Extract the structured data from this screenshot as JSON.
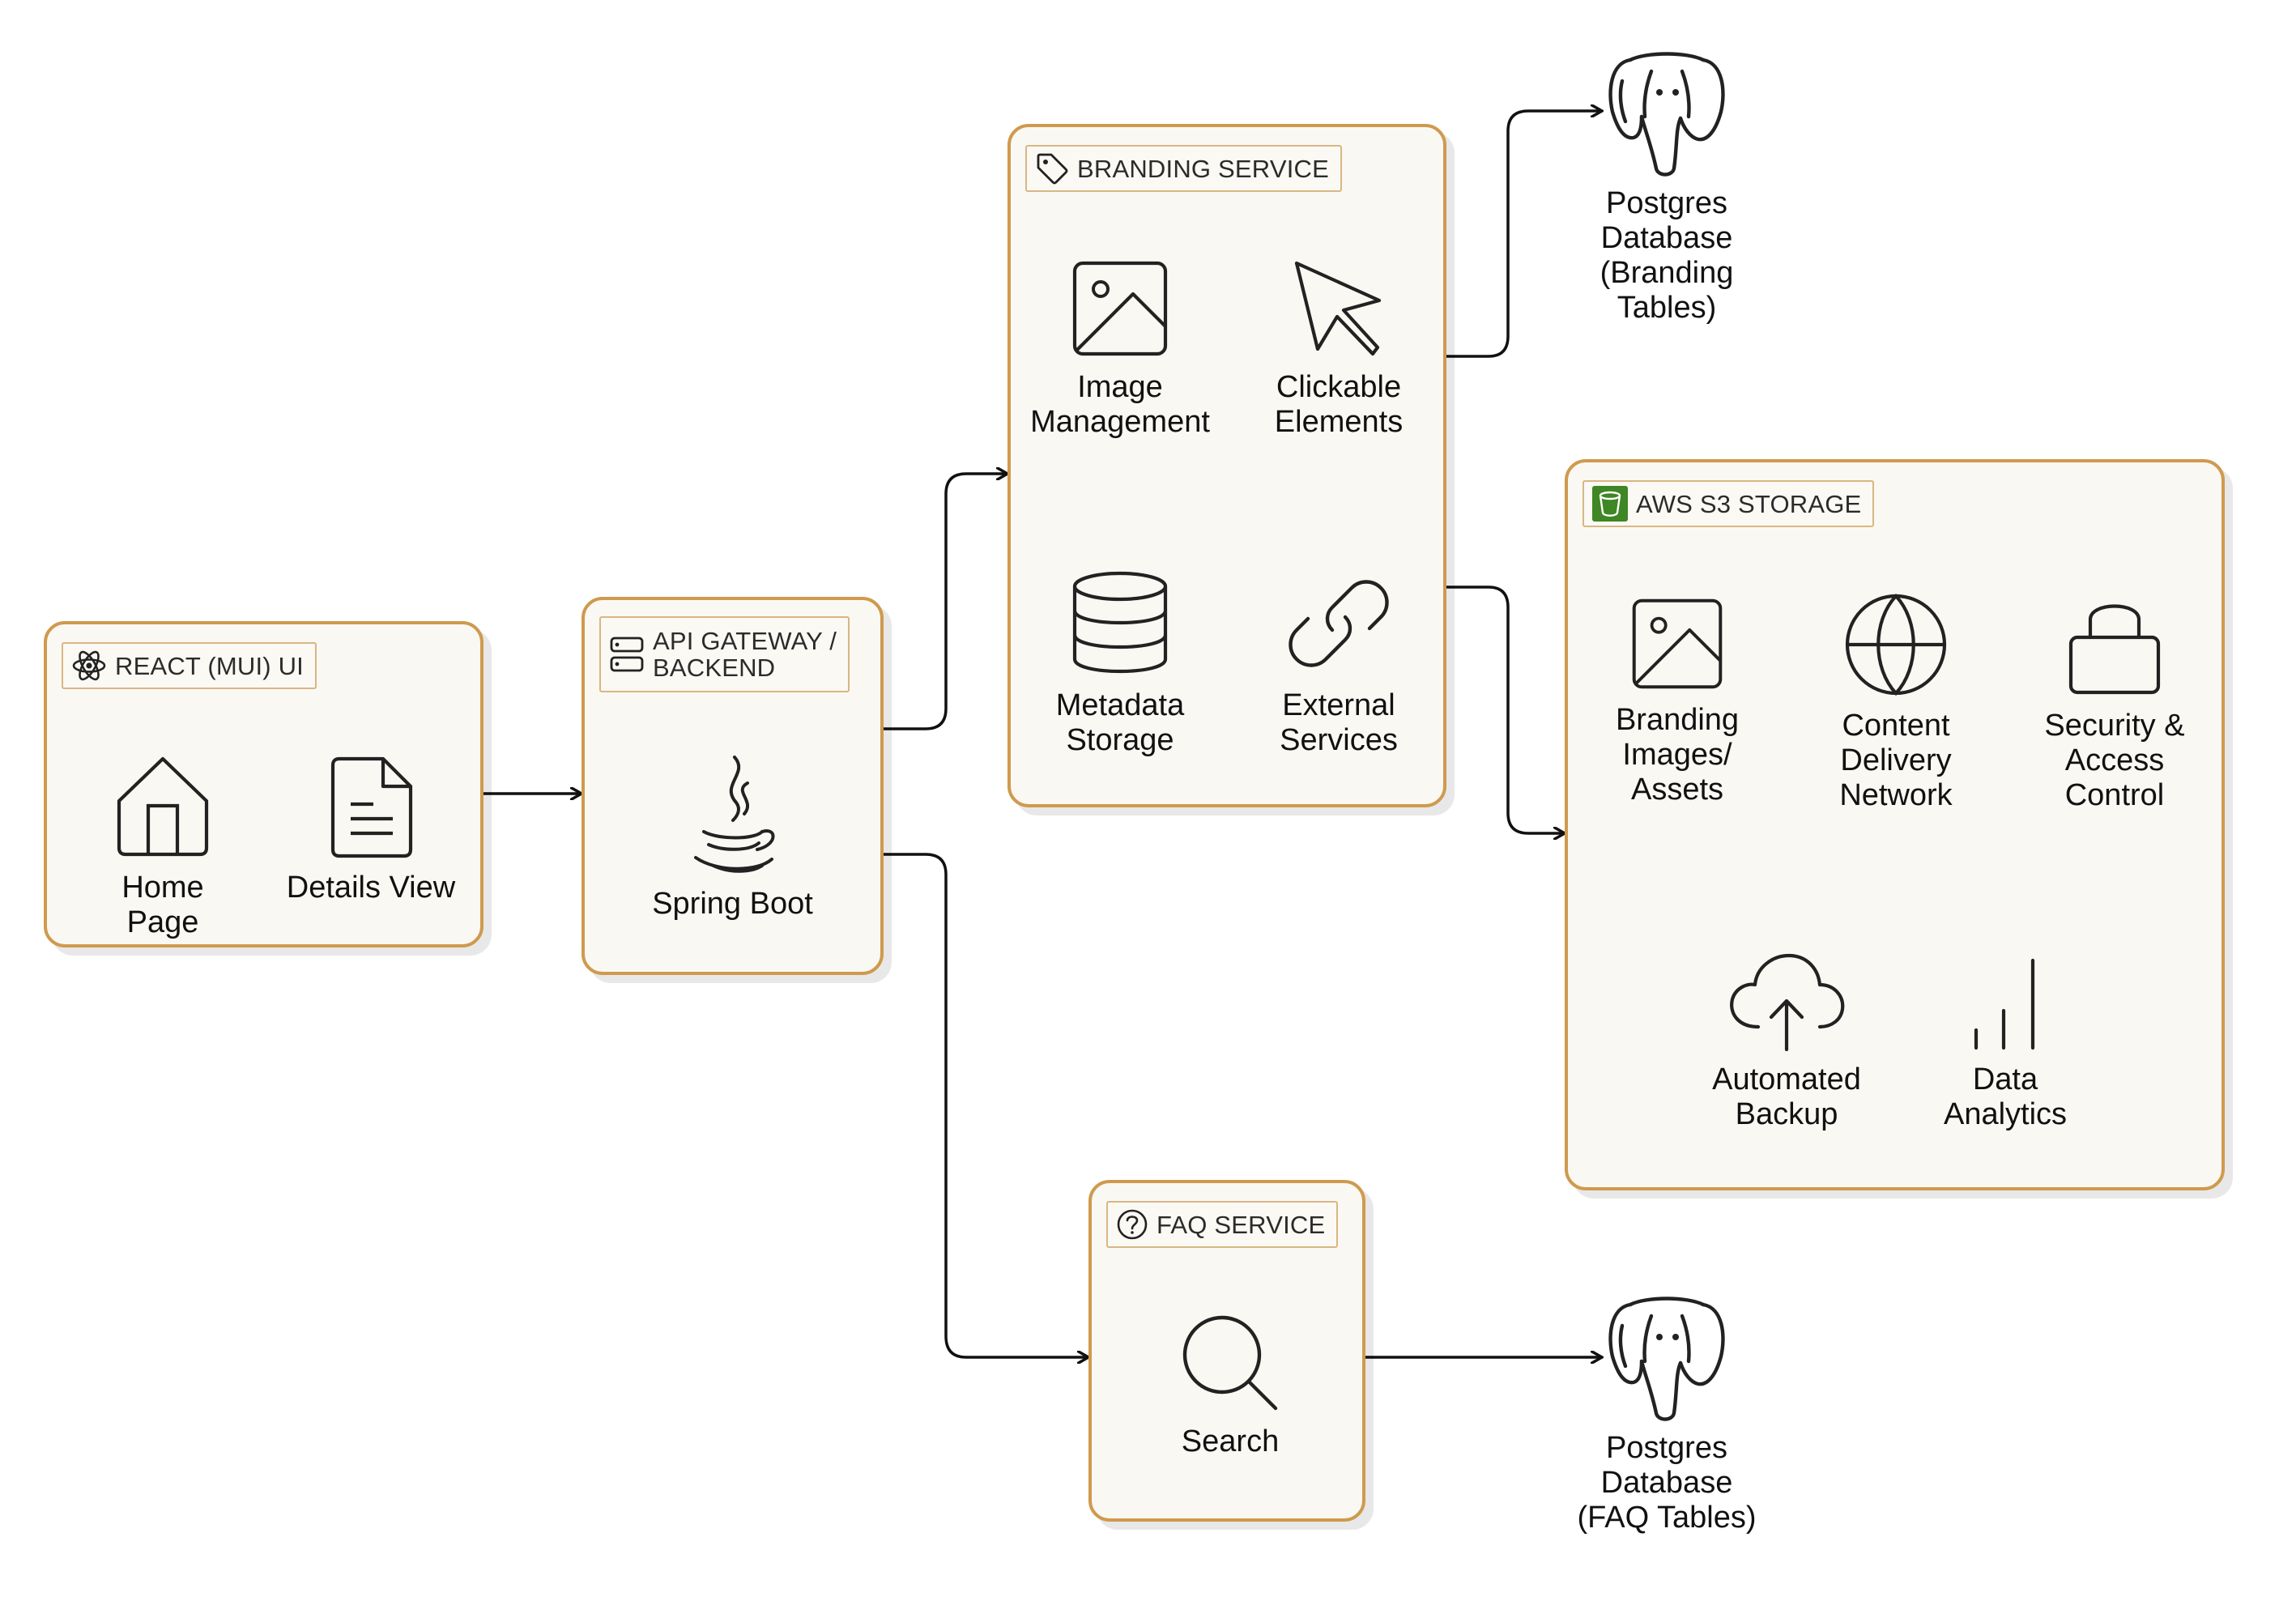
{
  "groups": {
    "react_ui": {
      "title": "REACT (MUI) UI",
      "nodes": {
        "home": "Home Page",
        "details": "Details View"
      }
    },
    "api_gateway": {
      "title": "API GATEWAY /\nBACKEND",
      "nodes": {
        "spring": "Spring Boot"
      }
    },
    "branding": {
      "title": "BRANDING SERVICE",
      "nodes": {
        "image_mgmt": "Image\nManagement",
        "clickable": "Clickable\nElements",
        "metadata": "Metadata\nStorage",
        "external": "External\nServices"
      }
    },
    "aws_s3": {
      "title": "AWS S3 STORAGE",
      "nodes": {
        "branding_images": "Branding\nImages/\nAssets",
        "cdn": "Content\nDelivery\nNetwork",
        "security": "Security &\nAccess\nControl",
        "backup": "Automated\nBackup",
        "analytics": "Data\nAnalytics"
      }
    },
    "faq": {
      "title": "FAQ SERVICE",
      "nodes": {
        "search": "Search"
      }
    }
  },
  "externals": {
    "pg_branding": "Postgres\nDatabase\n(Branding\nTables)",
    "pg_faq": "Postgres\nDatabase\n(FAQ Tables)"
  },
  "icons": {
    "react_ui": "react-icon",
    "api_gateway": "server-icon",
    "branding": "tag-icon",
    "aws_s3": "s3-bucket-icon",
    "faq": "question-circle-icon",
    "home": "house-icon",
    "details": "document-icon",
    "spring": "java-icon",
    "image_mgmt": "image-icon",
    "clickable": "cursor-icon",
    "metadata": "database-icon",
    "external": "link-icon",
    "branding_images": "image-icon",
    "cdn": "globe-icon",
    "security": "lock-icon",
    "backup": "cloud-upload-icon",
    "analytics": "bar-chart-icon",
    "search": "search-icon",
    "postgres": "postgres-elephant-icon"
  },
  "colors": {
    "group_border": "#cf9a4e",
    "group_fill": "#faf8f3",
    "s3_green": "#3f8624",
    "line": "#111111"
  }
}
